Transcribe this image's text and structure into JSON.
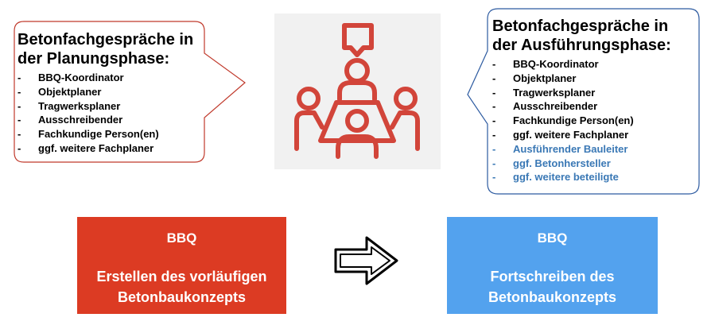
{
  "left_bubble": {
    "title": "Betonfachgespräche in der Planungsphase:",
    "items": [
      {
        "text": "BBQ-Koordinator"
      },
      {
        "text": "Objektplaner"
      },
      {
        "text": "Tragwerksplaner"
      },
      {
        "text": "Ausschreibender"
      },
      {
        "text": "Fachkundige Person(en)"
      },
      {
        "text": "ggf. weitere Fachplaner"
      }
    ]
  },
  "right_bubble": {
    "title": "Betonfachgespräche in der Ausführungsphase:",
    "items": [
      {
        "text": "BBQ-Koordinator"
      },
      {
        "text": "Objektplaner"
      },
      {
        "text": "Tragwerksplaner"
      },
      {
        "text": "Ausschreibender"
      },
      {
        "text": "Fachkundige Person(en)"
      },
      {
        "text": "ggf. weitere Fachplaner"
      },
      {
        "text": "Ausführender Bauleiter"
      },
      {
        "text": "ggf. Betonhersteller"
      },
      {
        "text": "ggf. weitere beteiligte"
      }
    ]
  },
  "bullet": "-",
  "box_left": {
    "title": "BBQ",
    "text": "Erstellen des vorläufigen Betonbaukonzepts",
    "color": "#dc3b23"
  },
  "box_right": {
    "title": "BBQ",
    "text": "Fortschreiben des Betonbaukonzepts",
    "color": "#53a2ee"
  },
  "icons": {
    "meeting": "meeting-icon",
    "arrow": "arrow-right-icon"
  },
  "colors": {
    "left_bubble_border": "#c0392b",
    "right_bubble_border": "#2c5aa0",
    "icon_color": "#d2453a",
    "extra_participants": "#3a78b5"
  }
}
